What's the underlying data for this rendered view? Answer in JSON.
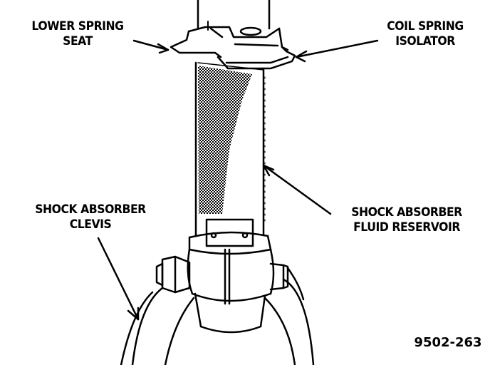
{
  "labels": {
    "lower_spring_seat": {
      "line1": "LOWER SPRING",
      "line2": "SEAT"
    },
    "coil_spring_isolator": {
      "line1": "COIL SPRING",
      "line2": "ISOLATOR"
    },
    "shock_absorber_clevis": {
      "line1": "SHOCK ABSORBER",
      "line2": "CLEVIS"
    },
    "shock_absorber_fluid_reservoir": {
      "line1": "SHOCK ABSORBER",
      "line2": "FLUID RESERVOIR"
    }
  },
  "figure_number": "9502-263",
  "colors": {
    "ink": "#000000",
    "paper": "#ffffff"
  }
}
